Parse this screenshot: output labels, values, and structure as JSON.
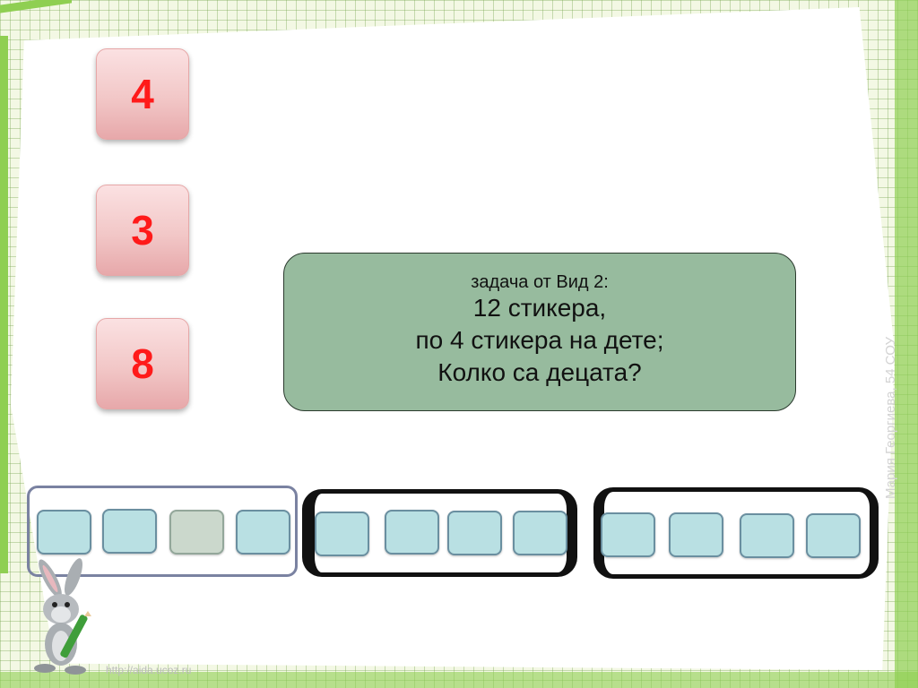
{
  "number_cards": [
    "4",
    "3",
    "8"
  ],
  "problem": {
    "heading": "задача от Вид 2:",
    "lines": [
      "12 стикера,",
      "по 4 стикера на дете;",
      "Колко са децата?"
    ]
  },
  "author_credit": "Мария Георгиева, 54 СОУ",
  "watermark_url": "http://aida.ucoz.ru",
  "colors": {
    "number_text": "#ff1a1a",
    "problem_box": "#97bb9e",
    "sticker": "#b9e0e3",
    "sticker_highlight": "#cbd8cc",
    "frame_group_1": "#7a82a1",
    "frame_groups_2_3": "#111111"
  },
  "icons": {
    "mascot": "bunny-with-pencil-icon"
  }
}
